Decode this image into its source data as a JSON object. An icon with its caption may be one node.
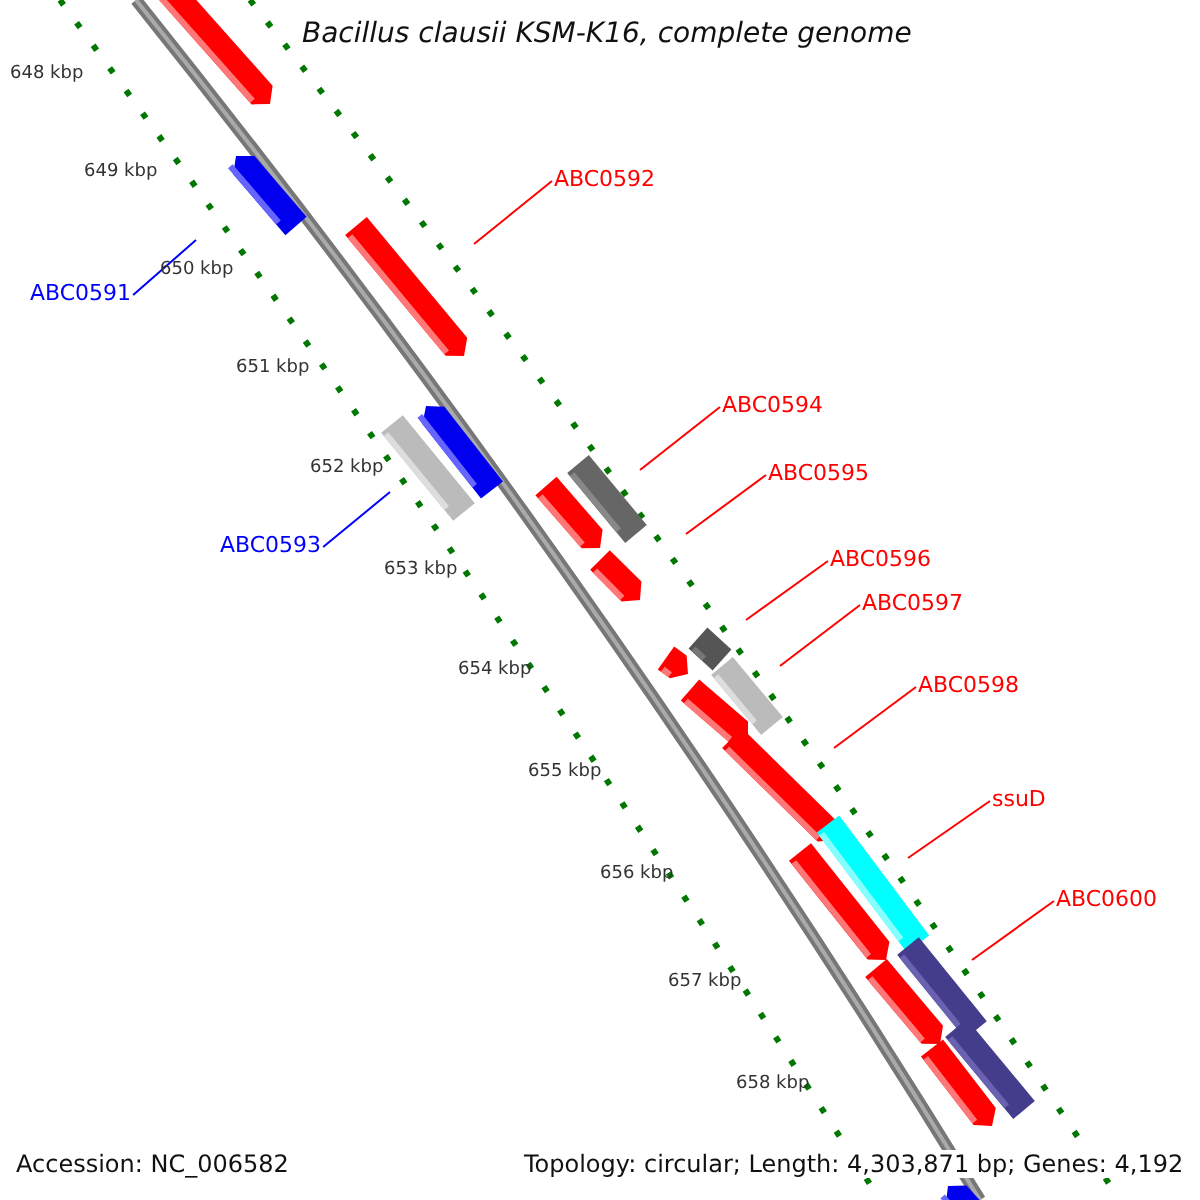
{
  "diagram": {
    "title": "Bacillus clausii KSM-K16, complete genome",
    "nodes": [
      {
        "text": [
          "ABC0592"
        ]
      },
      {
        "text": [
          "ABC0591"
        ]
      },
      {
        "text": [
          "ABC0594"
        ]
      },
      {
        "text": [
          "ABC0595"
        ]
      },
      {
        "text": [
          "ABC0593"
        ]
      },
      {
        "text": [
          "ABC0596"
        ]
      },
      {
        "text": [
          "ABC0597"
        ]
      },
      {
        "text": [
          "ABC0598"
        ]
      },
      {
        "text": [
          "ssuD"
        ]
      },
      {
        "text": [
          "ABC0600"
        ]
      }
    ],
    "edges": [
      {
        "from": 0,
        "to": null,
        "arrow": "none"
      },
      {
        "from": 1,
        "to": null,
        "arrow": "none",
        "color": "#0000ff"
      },
      {
        "from": 2,
        "to": null,
        "arrow": "none"
      },
      {
        "from": 3,
        "to": null,
        "arrow": "none"
      },
      {
        "from": 4,
        "to": null,
        "arrow": "none",
        "color": "#0000ff"
      },
      {
        "from": 5,
        "to": null,
        "arrow": "none"
      },
      {
        "from": 6,
        "to": null,
        "arrow": "none"
      },
      {
        "from": 7,
        "to": null,
        "arrow": "none"
      },
      {
        "from": 8,
        "to": null,
        "arrow": "none"
      },
      {
        "from": 9,
        "to": null,
        "arrow": "none"
      }
    ],
    "labels": [
      "648 kbp",
      "649 kbp",
      "650 kbp",
      "651 kbp",
      "652 kbp",
      "653 kbp",
      "654 kbp",
      "655 kbp",
      "656 kbp",
      "657 kbp",
      "658 kbp",
      "Accession: NC_006582",
      "Topology: circular; Length: 4,303,871 bp; Genes: 4,192"
    ]
  }
}
